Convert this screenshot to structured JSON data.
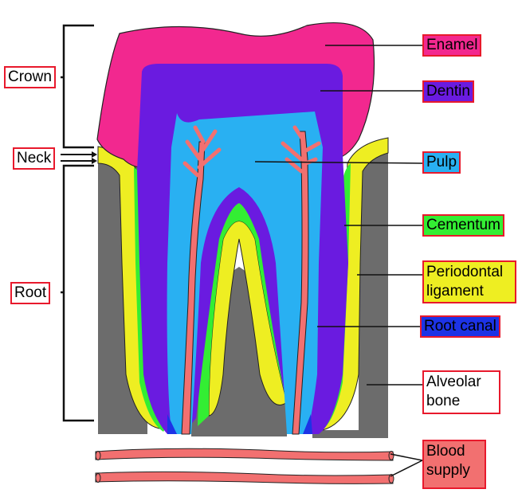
{
  "labels": {
    "enamel": "Enamel",
    "dentin": "Dentin",
    "pulp": "Pulp",
    "cementum": "Cementum",
    "periodontal_ligament": "Periodontal ligament",
    "root_canal": "Root canal",
    "alveolar_bone": "Alveolar bone",
    "blood_supply": "Blood supply",
    "crown": "Crown",
    "neck": "Neck",
    "root": "Root"
  },
  "colors": {
    "enamel": "#f2288f",
    "dentin": "#6a1be0",
    "pulp": "#29b0f2",
    "cementum": "#33ee33",
    "periodontal_ligament": "#eeee22",
    "root_canal": "#1d33e6",
    "alveolar_bone": "#6c6c6c",
    "blood_supply": "#f27070",
    "label_border": "#e8192c"
  }
}
